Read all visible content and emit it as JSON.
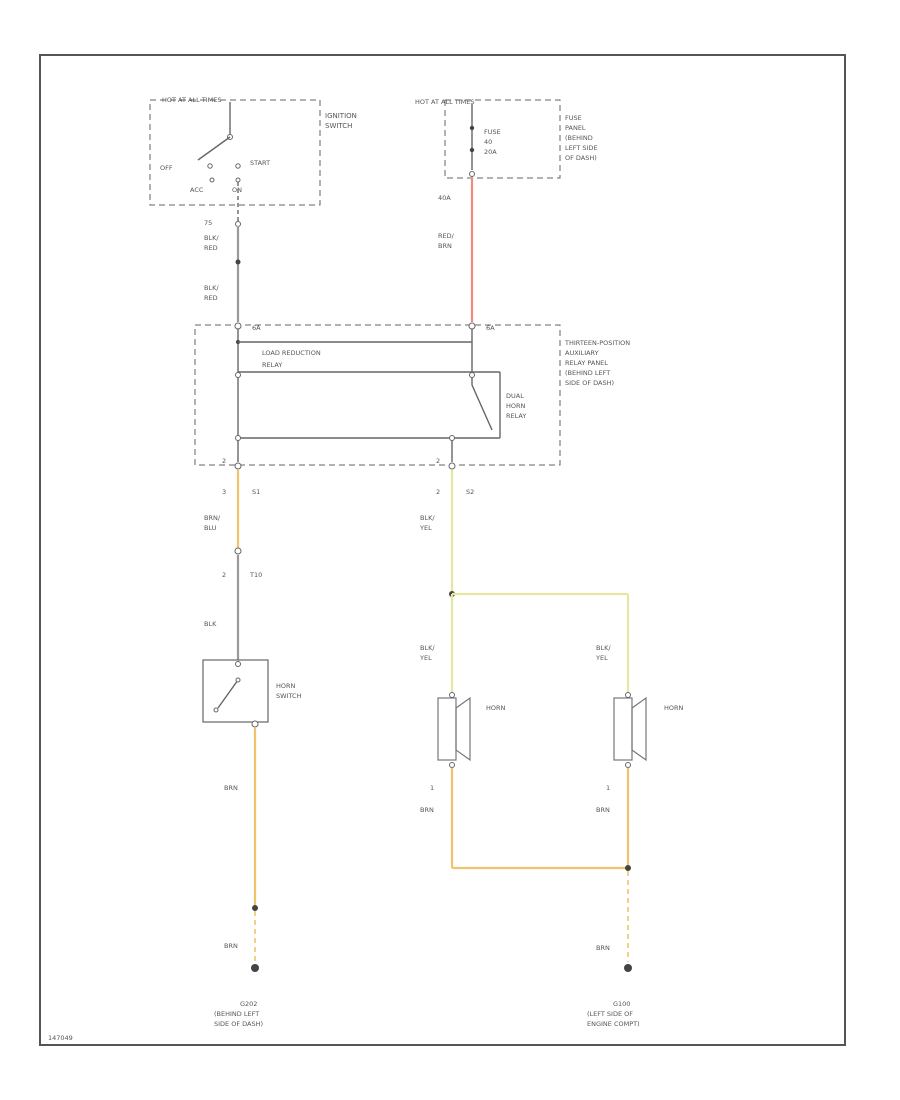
{
  "colors": {
    "frame": "#555555",
    "red_wire": "#ee8b7e",
    "brn_wire": "#f0c46a",
    "yel_wire": "#e6e6a0",
    "blk_wire": "#9a9a9a"
  },
  "ignition": {
    "header": "HOT AT ALL TIMES",
    "name_l1": "IGNITION",
    "name_l2": "SWITCH",
    "off": "OFF",
    "start": "START",
    "acc": "ACC",
    "on": "ON",
    "pin": "75"
  },
  "fuse": {
    "header": "HOT AT ALL TIMES",
    "l1": "FUSE",
    "l2": "40",
    "l3": "20A",
    "panel_l1": "FUSE",
    "panel_l2": "PANEL",
    "panel_l3": "(BEHIND",
    "panel_l4": "LEFT SIDE",
    "panel_l5": "OF DASH)",
    "pin": "40A"
  },
  "wires": {
    "blk_red_1": "BLK/",
    "blk_red_2": "RED",
    "red_brn_1": "RED/",
    "red_brn_2": "BRN",
    "brn_blu_1": "BRN/",
    "brn_blu_2": "BLU",
    "blk_yel_1": "BLK/",
    "blk_yel_2": "YEL",
    "blk": "BLK",
    "brn": "BRN"
  },
  "relay_panel": {
    "pin_left": "6A",
    "pin_right": "6A",
    "load_l1": "LOAD REDUCTION",
    "load_l2": "RELAY",
    "dual_l1": "DUAL",
    "dual_l2": "HORN",
    "dual_l3": "RELAY",
    "panel_l1": "THIRTEEN-POSITION",
    "panel_l2": "AUXILIARY",
    "panel_l3": "RELAY PANEL",
    "panel_l4": "(BEHIND LEFT",
    "panel_l5": "SIDE OF DASH)",
    "bot_pin_left": "2",
    "bot_pin_right": "2"
  },
  "connectors": {
    "left_pin": "3",
    "left_conn": "S1",
    "right_pin": "2",
    "right_conn": "S2",
    "t_pin": "2",
    "t_conn": "T10"
  },
  "horn_switch": {
    "l1": "HORN",
    "l2": "SWITCH"
  },
  "horn_a": {
    "label": "HORN",
    "pin": "1"
  },
  "horn_b": {
    "label": "HORN",
    "pin": "1"
  },
  "ground_a": {
    "id": "G202",
    "l1": "(BEHIND LEFT",
    "l2": "SIDE OF DASH)"
  },
  "ground_b": {
    "id": "G100",
    "l1": "(LEFT SIDE OF",
    "l2": "ENGINE COMPT)"
  },
  "footer": "147049"
}
